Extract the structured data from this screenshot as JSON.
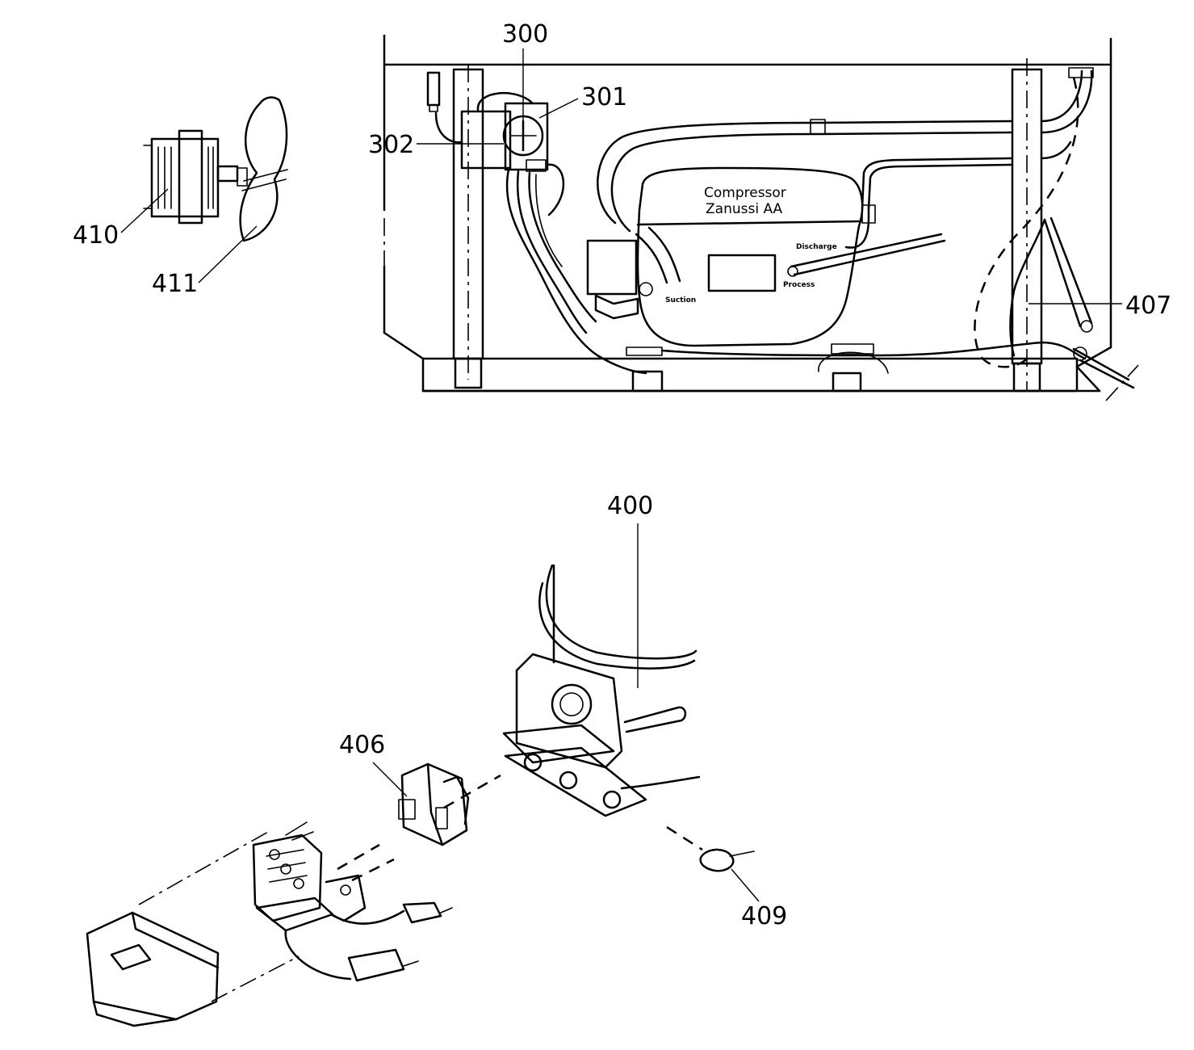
{
  "callouts": {
    "c300": "300",
    "c301": "301",
    "c302": "302",
    "c407": "407",
    "c410": "410",
    "c411": "411",
    "c400": "400",
    "c406": "406",
    "c409": "409"
  },
  "compressor_labels": {
    "line1": "Compressor",
    "line2": "Zanussi AA",
    "discharge": "Discharge",
    "process": "Process",
    "suction": "Suction"
  }
}
